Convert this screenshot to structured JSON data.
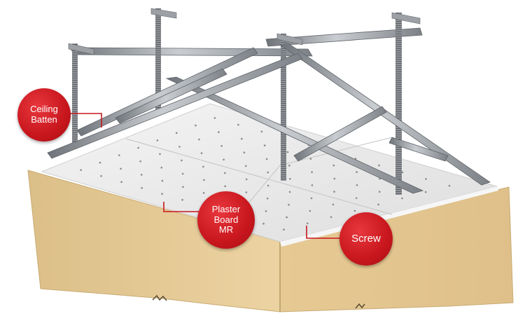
{
  "labels": {
    "ceiling_batten": "Ceiling\nBatten",
    "plaster_board": "Plaster\nBoard\nMR",
    "screw": "Screw"
  },
  "colors": {
    "callout_red": "#c8161d",
    "wall_beige": "#e8cc97",
    "board_white": "#eeeeee",
    "steel_grey": "#8a8f96"
  }
}
